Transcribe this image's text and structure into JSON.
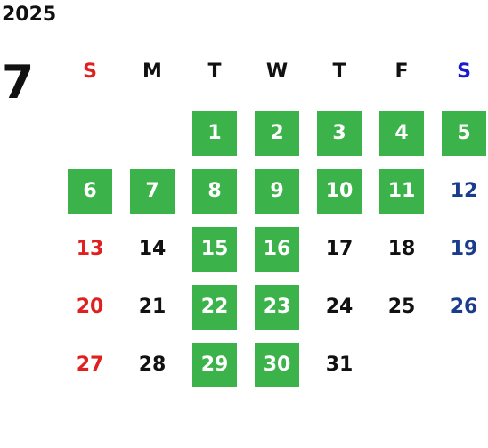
{
  "calendar": {
    "year": "2025",
    "month": "7",
    "weekdays": [
      {
        "label": "S",
        "color": "#e02020"
      },
      {
        "label": "M",
        "color": "#111111"
      },
      {
        "label": "T",
        "color": "#111111"
      },
      {
        "label": "W",
        "color": "#111111"
      },
      {
        "label": "T",
        "color": "#111111"
      },
      {
        "label": "F",
        "color": "#111111"
      },
      {
        "label": "S",
        "color": "#1a1ad0"
      }
    ],
    "highlight_color": "#3cb34a",
    "sunday_color": "#e02020",
    "saturday_color": "#1a3c8c",
    "weekday_color": "#111111",
    "highlight_text_color": "#ffffff",
    "first_weekday_index": 2,
    "days": [
      {
        "label": "1",
        "open": true
      },
      {
        "label": "2",
        "open": true
      },
      {
        "label": "3",
        "open": true
      },
      {
        "label": "4",
        "open": true
      },
      {
        "label": "5",
        "open": true
      },
      {
        "label": "6",
        "open": true
      },
      {
        "label": "7",
        "open": true
      },
      {
        "label": "8",
        "open": true
      },
      {
        "label": "9",
        "open": true
      },
      {
        "label": "10",
        "open": true
      },
      {
        "label": "11",
        "open": true
      },
      {
        "label": "12",
        "open": false
      },
      {
        "label": "13",
        "open": false
      },
      {
        "label": "14",
        "open": false
      },
      {
        "label": "15",
        "open": true
      },
      {
        "label": "16",
        "open": true
      },
      {
        "label": "17",
        "open": false
      },
      {
        "label": "18",
        "open": false
      },
      {
        "label": "19",
        "open": false
      },
      {
        "label": "20",
        "open": false
      },
      {
        "label": "21",
        "open": false
      },
      {
        "label": "22",
        "open": true
      },
      {
        "label": "23",
        "open": true
      },
      {
        "label": "24",
        "open": false
      },
      {
        "label": "25",
        "open": false
      },
      {
        "label": "26",
        "open": false
      },
      {
        "label": "27",
        "open": false
      },
      {
        "label": "28",
        "open": false
      },
      {
        "label": "29",
        "open": true
      },
      {
        "label": "30",
        "open": true
      },
      {
        "label": "31",
        "open": false
      }
    ]
  }
}
